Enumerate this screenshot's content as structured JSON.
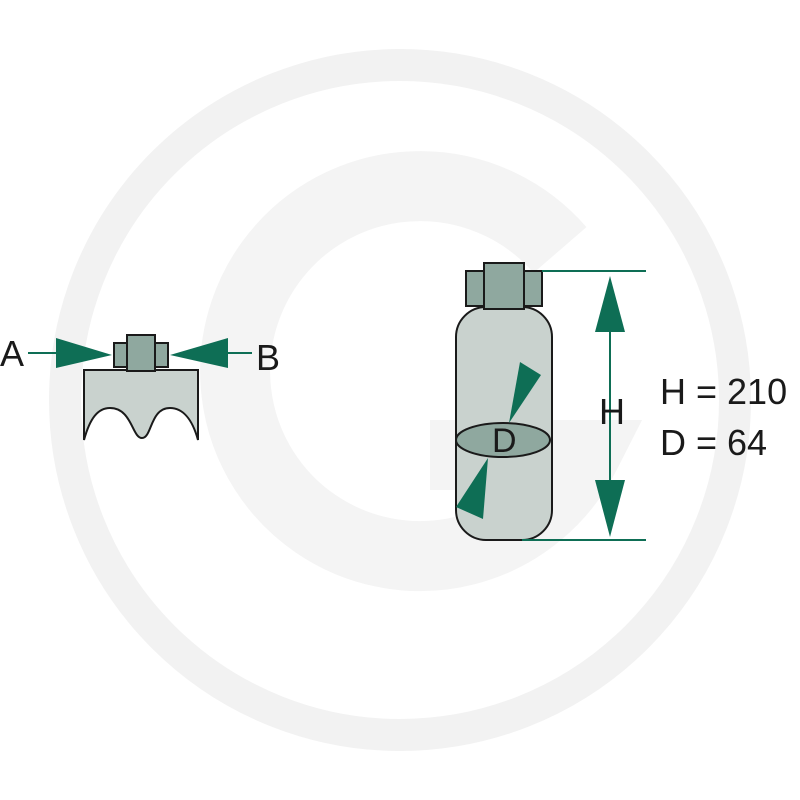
{
  "colors": {
    "background": "#ffffff",
    "watermark": "#f4f4f4",
    "part_fill": "#c9d2ce",
    "cap_fill": "#8fa89f",
    "accent": "#0e6e55",
    "outline": "#1a1a1a"
  },
  "side_view": {
    "label_a": "A",
    "label_b": "B"
  },
  "front_view": {
    "diameter_symbol": "D",
    "height_symbol": "H"
  },
  "dimensions": {
    "height": "H = 210",
    "diameter": "D = 64"
  }
}
